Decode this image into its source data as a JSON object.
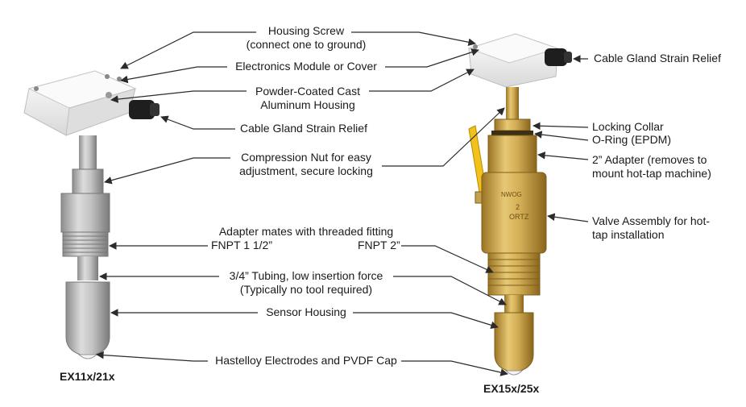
{
  "labels": {
    "housing_screw": "Housing Screw",
    "housing_screw_note": "(connect one to ground)",
    "electronics_module": "Electronics Module or Cover",
    "powder_coated_1": "Powder-Coated Cast",
    "powder_coated_2": "Aluminum Housing",
    "cable_gland_left": "Cable Gland Strain Relief",
    "cable_gland_right": "Cable Gland Strain Relief",
    "compression_nut_1": "Compression Nut for easy",
    "compression_nut_2": "adjustment, secure locking",
    "adapter_mates": "Adapter mates with threaded fitting",
    "fnpt_left": "FNPT 1 1/2”",
    "fnpt_right": "FNPT 2”",
    "tubing_1": "3/4” Tubing, low insertion force",
    "tubing_2": "(Typically no tool required)",
    "sensor_housing": "Sensor Housing",
    "electrodes": "Hastelloy Electrodes and PVDF Cap",
    "locking_collar": "Locking Collar",
    "o_ring": "O-Ring (EPDM)",
    "adapter_2_1": "2” Adapter (removes to",
    "adapter_2_2": "mount hot-tap machine)",
    "valve_1": "Valve Assembly for hot-",
    "valve_2": "tap installation"
  },
  "models": {
    "left": "EX11x/21x",
    "right": "EX15x/25x"
  },
  "valve_stamp": {
    "line1": "NWOG",
    "line2": "2",
    "line3": "ORTZ"
  },
  "colors": {
    "line": "#2b2b2b",
    "housing": "#eeeeee",
    "steel": "#b9b9b9",
    "brass": "#c9a44a",
    "handle": "#f2c21b",
    "gland": "#1e1e1e",
    "cap": "#f4f4f4"
  }
}
